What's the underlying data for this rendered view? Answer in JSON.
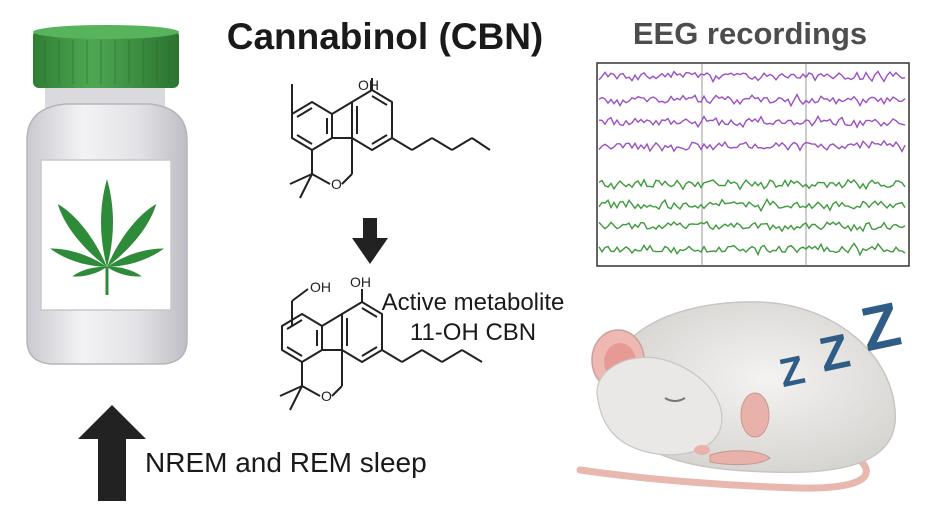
{
  "title": "Cannabinol (CBN)",
  "eeg": {
    "title": "EEG recordings",
    "colors": {
      "top_traces": "#9b4fc4",
      "bottom_traces": "#3e9a3c"
    }
  },
  "metabolite": {
    "line1": "Active metabolite",
    "line2": "11-OH CBN"
  },
  "molecule_labels": {
    "hydroxyl": "OH",
    "oxygen": "O",
    "hydroxymethyl": "OH"
  },
  "sleep": {
    "label": "NREM and REM sleep",
    "zzz": [
      "Z",
      "Z",
      "Z"
    ]
  },
  "icons": [
    "pill-bottle-icon",
    "cannabis-leaf-icon",
    "down-arrow-icon",
    "up-arrow-icon",
    "sleeping-mouse-icon"
  ],
  "colors": {
    "bottle_cap": "#3a8f3e",
    "leaf": "#2e8b3a",
    "zzz": "#2f5d86",
    "arrow": "#222222"
  }
}
